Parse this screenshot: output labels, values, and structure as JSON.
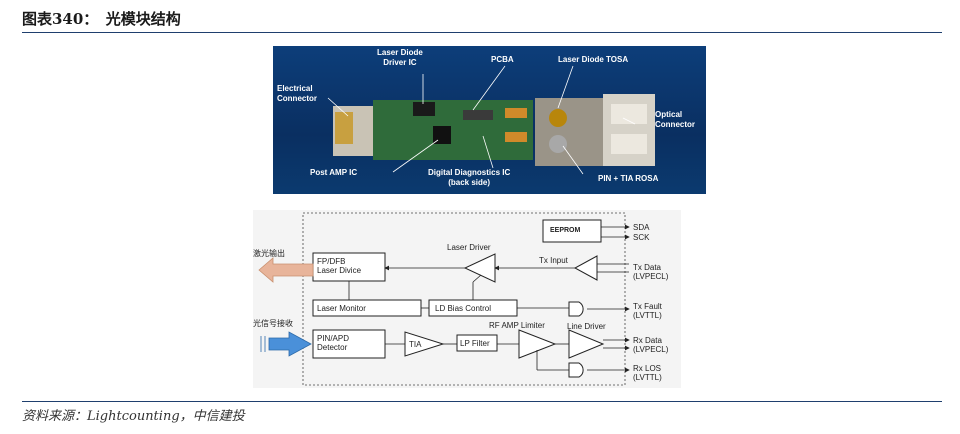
{
  "figure": {
    "title": "图表340：　光模块结构",
    "source": "资料来源：Lightcounting，中信建投"
  },
  "photo_labels": {
    "laser_diode_driver_ic": "Laser Diode\nDriver IC",
    "pcba": "PCBA",
    "laser_diode_tosa": "Laser Diode TOSA",
    "electrical_connector": "Electrical\nConnector",
    "optical_connector": "Optical\nConnector",
    "post_amp_ic": "Post AMP IC",
    "digital_diagnostics_ic": "Digital Diagnostics IC\n(back side)",
    "pin_tia_rosa": "PIN + TIA ROSA"
  },
  "block_diagram": {
    "eeprom": "EEPROM",
    "sda": "SDA",
    "sck": "SCK",
    "laser_driver": "Laser Driver",
    "fp_dfb_laser": "FP/DFB\nLaser Divice",
    "tx_input": "Tx Input",
    "tx_data": "Tx Data\n(LVPECL)",
    "laser_monitor": "Laser Monitor",
    "ld_bias_control": "LD Bias Control",
    "tx_fault": "Tx Fault\n(LVTTL)",
    "rf_amp_limiter": "RF AMP Limiter",
    "line_driver": "Line Driver",
    "pin_apd_detector": "PIN/APD\nDetector",
    "tia": "TIA",
    "lp_filter": "LP Filter",
    "rx_data": "Rx Data\n(LVPECL)",
    "rx_los": "Rx LOS\n(LVTTL)",
    "laser_output": "激光输出",
    "light_signal_input": "光信号接收"
  },
  "colors": {
    "rule": "#1f3f6e",
    "photo_bg": "#0b3a6f",
    "pcb_green": "#2f6b3a",
    "laser_out_arrow": "#e8b49a",
    "light_in_arrow": "#4a90d9"
  }
}
